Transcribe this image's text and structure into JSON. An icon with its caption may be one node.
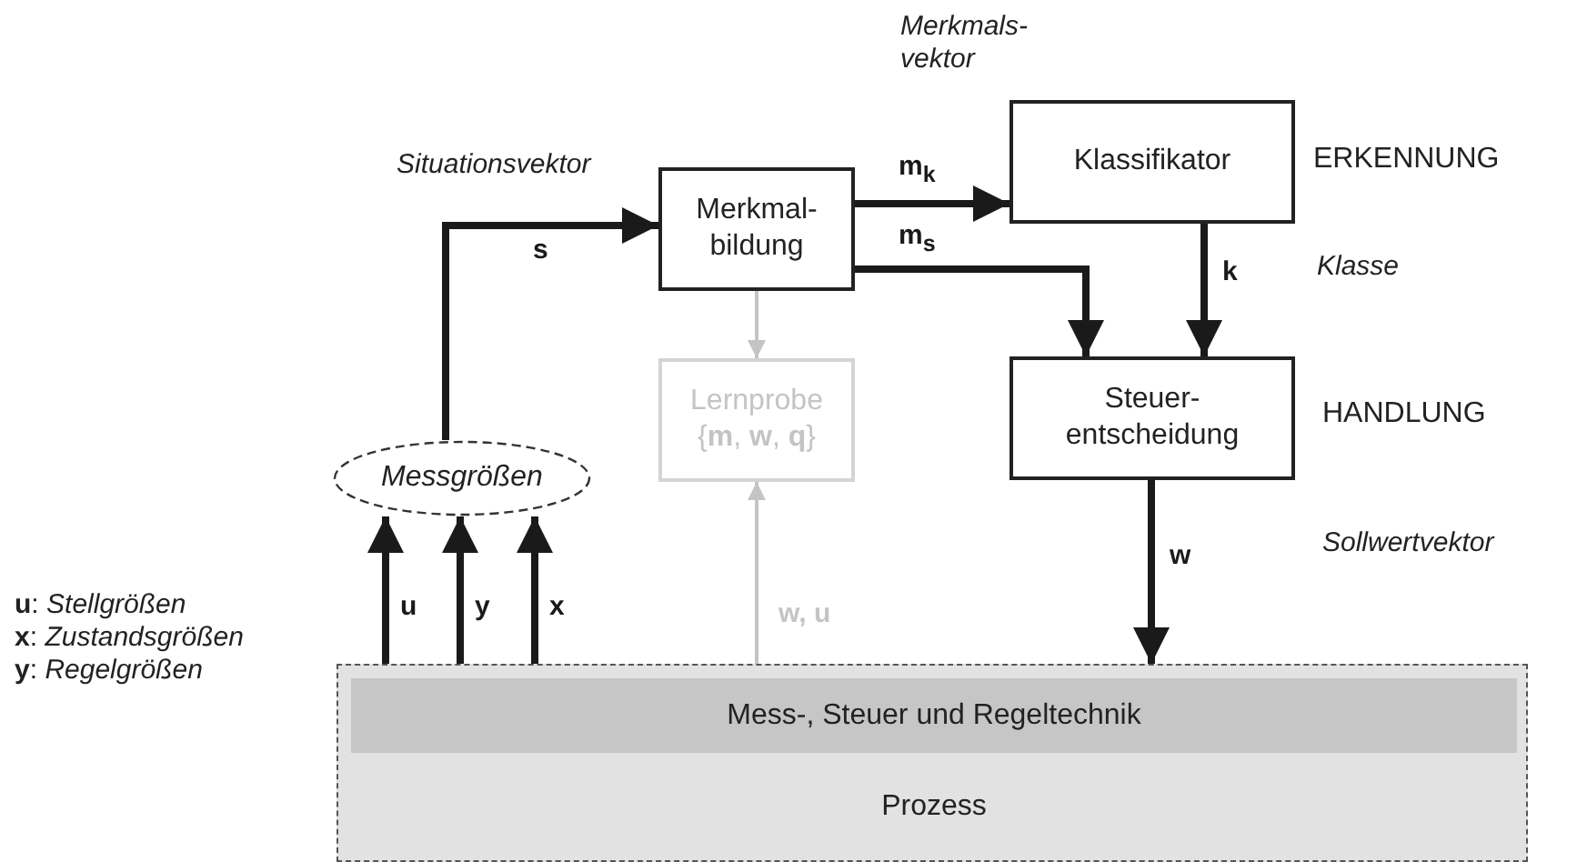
{
  "diagram": {
    "nodes": [
      {
        "text": [
          "Merkmal- bildung"
        ]
      },
      {
        "text": [
          "Klassifikator"
        ]
      },
      {
        "text": [
          "Steuer- entscheidung"
        ]
      },
      {
        "text": [
          "Lernprobe",
          "{**m**, **w**, **q**}"
        ]
      },
      {
        "text": [
          "Messgrößen"
        ]
      },
      {
        "text": [],
        "shape": "box"
      },
      {
        "text": [
          "Mess-, Steuer und Regeltechnik"
        ],
        "in": 5
      },
      {
        "text": [
          "Prozess"
        ],
        "in": 5
      }
    ],
    "edges": [
      {
        "from": 4,
        "to": 0,
        "arrow": "to",
        "label": "s"
      },
      {
        "from": 0,
        "to": 1,
        "arrow": "to",
        "label": "m$_{k}$"
      },
      {
        "from": 0,
        "to": 2,
        "arrow": "to",
        "label": "m$_{s}$"
      },
      {
        "from": 1,
        "to": 2,
        "arrow": "to",
        "label": "k"
      },
      {
        "from": 2,
        "to": 5,
        "arrow": "to",
        "label": "w"
      },
      {
        "from": 0,
        "to": 3,
        "arrow": "to",
        "color": "#c4c4c4"
      },
      {
        "from": 5,
        "to": 3,
        "arrow": "to",
        "label": "w, u",
        "color": "#c4c4c4"
      },
      {
        "from": 5,
        "to": 4,
        "arrow": "to",
        "label": "u"
      },
      {
        "from": 5,
        "to": 4,
        "arrow": "to",
        "label": "y"
      },
      {
        "from": 5,
        "to": 4,
        "arrow": "to",
        "label": "x"
      }
    ],
    "labels": [
      "Merkmals- vektor",
      "Situationsvektor",
      "ERKENNUNG",
      "Klasse",
      "HANDLUNG",
      "Sollwertvektor",
      "**u**: *Stellgrößen*",
      "**x**: *Zustandsgrößen*",
      "**y**: *Regelgrößen*"
    ]
  }
}
